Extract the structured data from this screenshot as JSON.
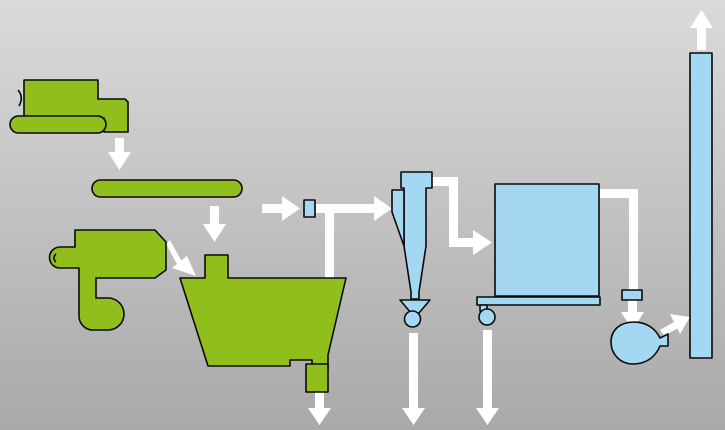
{
  "colors": {
    "background_light": "#dadada",
    "background_dark": "#a9a9a9",
    "equipment_green": "#8fbe1d",
    "equipment_blue": "#a4d8f2",
    "outline": "#0a0a0a",
    "flow_arrow": "#ffffff"
  },
  "units": [
    {
      "id": "feeder-hopper",
      "color": "equipment_green"
    },
    {
      "id": "belt-conveyor",
      "color": "equipment_green"
    },
    {
      "id": "burner-blower",
      "color": "equipment_green"
    },
    {
      "id": "mixer-vessel",
      "color": "equipment_green"
    },
    {
      "id": "cyclone-separator",
      "color": "equipment_blue"
    },
    {
      "id": "bag-filter",
      "color": "equipment_blue"
    },
    {
      "id": "exhaust-fan",
      "color": "equipment_blue"
    },
    {
      "id": "exhaust-stack",
      "color": "equipment_blue"
    }
  ]
}
